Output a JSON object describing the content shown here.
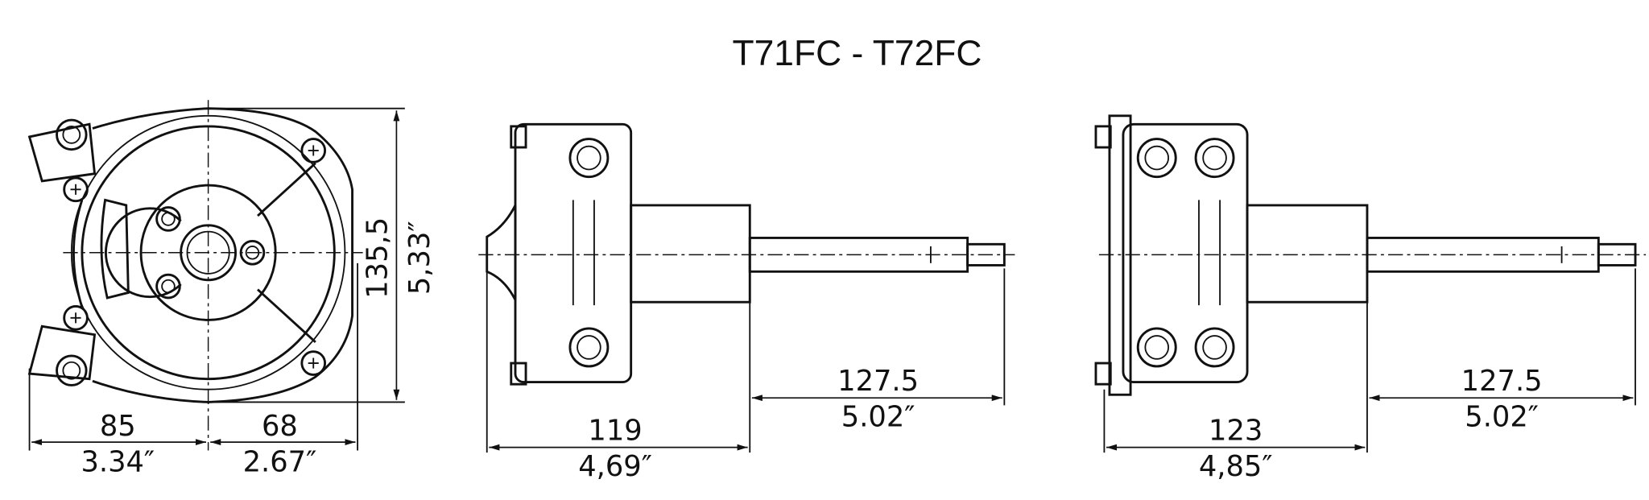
{
  "title": "T71FC - T72FC",
  "views": {
    "front": {
      "height_mm": "135,5",
      "height_in": "5,33″",
      "left_mm": "85",
      "left_in": "3.34″",
      "right_mm": "68",
      "right_in": "2.67″"
    },
    "side_t71fc": {
      "body_mm": "119",
      "body_in": "4,69″",
      "shaft_mm": "127.5",
      "shaft_in": "5.02″"
    },
    "side_t72fc": {
      "body_mm": "123",
      "body_in": "4,85″",
      "shaft_mm": "127.5",
      "shaft_in": "5.02″"
    }
  }
}
